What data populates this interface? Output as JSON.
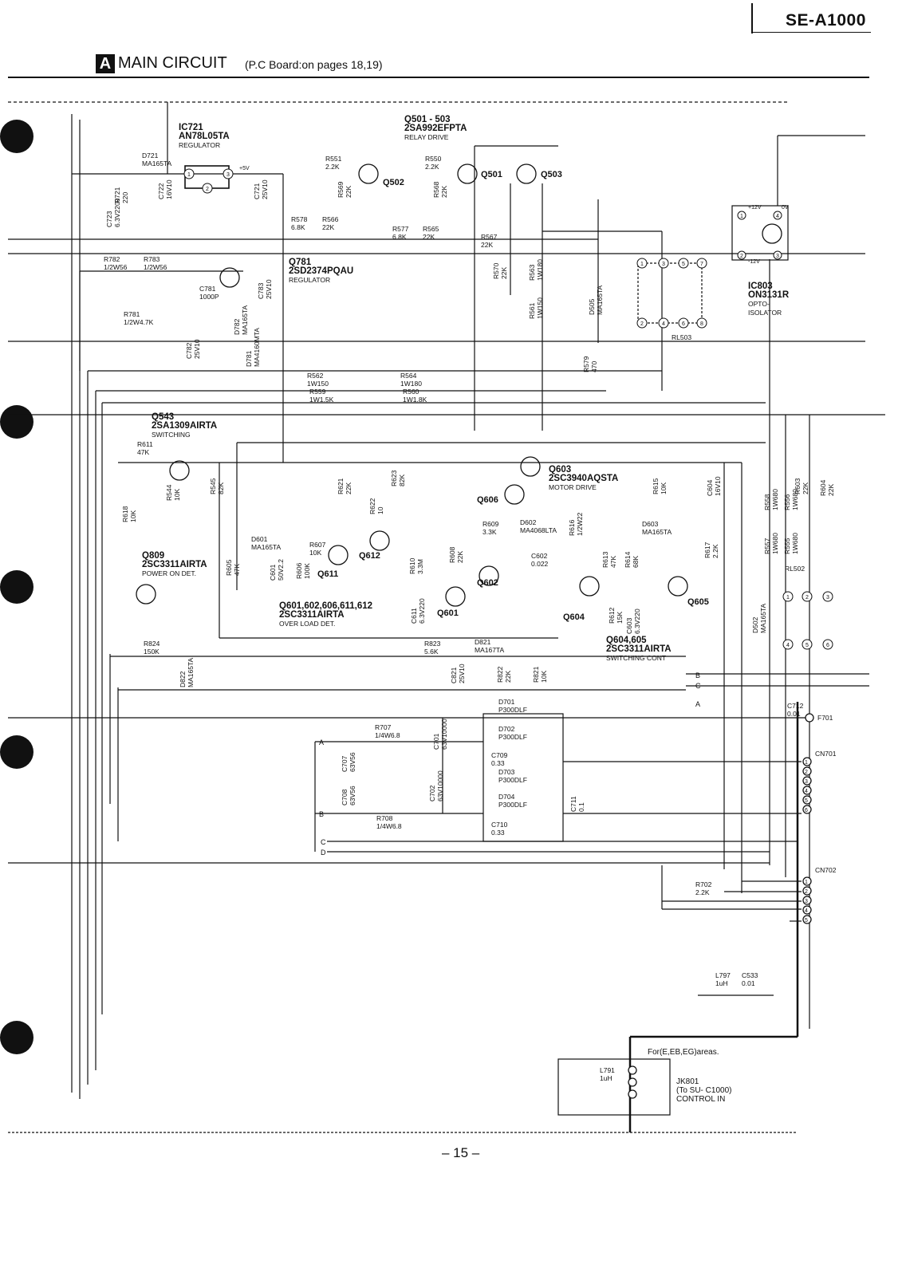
{
  "header": {
    "model": "SE-A1000"
  },
  "section": {
    "badge": "A",
    "title": "MAIN CIRCUIT",
    "subtitle": "(P.C Board:on pages 18,19)"
  },
  "page_number": "– 15 –",
  "components": {
    "ic721": [
      "IC721",
      "AN78L05TA",
      "REGULATOR"
    ],
    "q501": [
      "Q501 - 503",
      "2SA992EFPTA",
      "RELAY DRIVE"
    ],
    "q781": [
      "Q781",
      "2SD2374PQAU",
      "REGULATOR"
    ],
    "ic803": [
      "IC803",
      "ON3131R",
      "OPTO-",
      "ISOLATOR"
    ],
    "q543": [
      "Q543",
      "2SA1309AIRTA",
      "SWITCHING"
    ],
    "q603": [
      "Q603",
      "2SC3940AQSTA",
      "MOTOR DRIVE"
    ],
    "q809": [
      "Q809",
      "2SC3311AIRTA",
      "POWER ON DET."
    ],
    "q601grp": [
      "Q601,602,606,611,612",
      "2SC3311AIRTA",
      "OVER LOAD DET."
    ],
    "q604grp": [
      "Q604,605",
      "2SC3311AIRTA",
      "SWITCHING CONT"
    ],
    "jk801": [
      "JK801",
      "(To SU- C1000)",
      "CONTROL IN"
    ]
  },
  "labels": {
    "d721": [
      "D721",
      "MA165TA"
    ],
    "r721": [
      "R721",
      "220"
    ],
    "c723": [
      "C723",
      "6.3V2200"
    ],
    "c722": [
      "C722",
      "16V10"
    ],
    "c721": [
      "C721",
      "25V10"
    ],
    "r551": [
      "R551",
      "2.2K"
    ],
    "r569": [
      "R569",
      "22K"
    ],
    "q502": "Q502",
    "r550": [
      "R550",
      "2.2K"
    ],
    "r568": [
      "R568",
      "22K"
    ],
    "q501": "Q501",
    "q503": "Q503",
    "r578": [
      "R578",
      "6.8K"
    ],
    "r566": [
      "R566",
      "22K"
    ],
    "r577": [
      "R577",
      "6.8K"
    ],
    "r565": [
      "R565",
      "22K"
    ],
    "r567": [
      "R567",
      "22K"
    ],
    "r570": [
      "R570",
      "22K"
    ],
    "r563": [
      "R563",
      "1W180"
    ],
    "r561": [
      "R561",
      "1W150"
    ],
    "d505": [
      "D505",
      "MA165TA"
    ],
    "rl503": "RL503",
    "r579": [
      "R579",
      "470"
    ],
    "r782": [
      "R782",
      "1/2W56"
    ],
    "r783": [
      "R783",
      "1/2W56"
    ],
    "c781": [
      "C781",
      "1000P"
    ],
    "c783": [
      "C783",
      "25V10"
    ],
    "r781": [
      "R781",
      "1/2W4.7K"
    ],
    "d782": [
      "D782",
      "MA165TA"
    ],
    "c782": [
      "C782",
      "25V10"
    ],
    "d781": [
      "D781",
      "MA4160MTA"
    ],
    "r562": [
      "R562",
      "1W150"
    ],
    "r564": [
      "R564",
      "1W180"
    ],
    "r559": [
      "R559",
      "1W1.5K"
    ],
    "r560": [
      "R560",
      "1W1.8K"
    ],
    "r611": [
      "R611",
      "47K"
    ],
    "r544": [
      "R544",
      "10K"
    ],
    "r545": [
      "R545",
      "82K"
    ],
    "r618": [
      "R618",
      "10K"
    ],
    "r621": [
      "R621",
      "22K"
    ],
    "r623": [
      "R623",
      "82K"
    ],
    "r622": [
      "R622",
      "10"
    ],
    "q612": "Q612",
    "q606": "Q606",
    "d602": [
      "D602",
      "MA4068LTA"
    ],
    "r609": [
      "R609",
      "3.3K"
    ],
    "r616": [
      "R616",
      "1/2W22"
    ],
    "r615": [
      "R615",
      "10K"
    ],
    "c604": [
      "C604",
      "16V10"
    ],
    "d601": [
      "D601",
      "MA165TA"
    ],
    "r607": [
      "R607",
      "10K"
    ],
    "q611": "Q611",
    "r605": [
      "R605",
      "47K"
    ],
    "c601": [
      "C601",
      "50V2.2"
    ],
    "r606": [
      "R606",
      "100K"
    ],
    "r610": [
      "R610",
      "3.3M"
    ],
    "r608": [
      "R608",
      "22K"
    ],
    "q602": "Q602",
    "c602": [
      "C602",
      "0.022"
    ],
    "d603": [
      "D603",
      "MA165TA"
    ],
    "r613": [
      "R613",
      "47K"
    ],
    "r614": [
      "R614",
      "68K"
    ],
    "r617": [
      "R617",
      "2.2K"
    ],
    "c611": [
      "C611",
      "6.3V220"
    ],
    "q601": "Q601",
    "q604": "Q604",
    "r612": [
      "R612",
      "15K"
    ],
    "c603": [
      "C603",
      "6.3V220"
    ],
    "q605": "Q605",
    "r558": [
      "R558",
      "1W680"
    ],
    "r556": [
      "R556",
      "1W680"
    ],
    "r603": [
      "R603",
      "22K"
    ],
    "r604": [
      "R604",
      "22K"
    ],
    "r557": [
      "R557",
      "1W680"
    ],
    "r555": [
      "R555",
      "1W680"
    ],
    "rl502": "RL502",
    "d502": [
      "D502",
      "MA165TA"
    ],
    "r824": [
      "R824",
      "150K"
    ],
    "d822": [
      "D822",
      "MA165TA"
    ],
    "r823": [
      "R823",
      "5.6K"
    ],
    "d821": [
      "D821",
      "MA167TA"
    ],
    "c821": [
      "C821",
      "25V10"
    ],
    "r822": [
      "R822",
      "22K"
    ],
    "r821": [
      "R821",
      "10K"
    ],
    "d701": [
      "D701",
      "P300DLF"
    ],
    "d702": [
      "D702",
      "P300DLF"
    ],
    "c709": [
      "C709",
      "0.33"
    ],
    "d703": [
      "D703",
      "P300DLF"
    ],
    "d704": [
      "D704",
      "P300DLF"
    ],
    "c710": [
      "C710",
      "0.33"
    ],
    "c711": [
      "C711",
      "0.1"
    ],
    "r707": [
      "R707",
      "1/4W6.8"
    ],
    "r708": [
      "R708",
      "1/4W6.8"
    ],
    "c707": [
      "C707",
      "63V56"
    ],
    "c708": [
      "C708",
      "63V56"
    ],
    "c701": [
      "C701",
      "63V10000"
    ],
    "c702": [
      "C702",
      "63V10000"
    ],
    "c712": [
      "C712",
      "0.01"
    ],
    "f701": "F701",
    "cn701": "CN701",
    "cn702": "CN702",
    "r702": [
      "R702",
      "2.2K"
    ],
    "l797": [
      "L797",
      "1uH"
    ],
    "c533": [
      "C533",
      "0.01"
    ],
    "l791": [
      "L791",
      "1uH"
    ],
    "note_areas": "For(E,EB,EG)areas.",
    "node_a": "A",
    "node_b": "B",
    "node_c": "C",
    "node_d": "D",
    "v_plus5": "+5V",
    "v_plus12": "+12V",
    "v_minus12": "-12V",
    "v_0": "0V"
  },
  "connector_pins": {
    "cn701": [
      "1",
      "2",
      "3",
      "4",
      "5",
      "6"
    ],
    "cn702": [
      "1",
      "2",
      "3",
      "4",
      "5"
    ],
    "ic803": [
      "1",
      "2",
      "3",
      "4"
    ],
    "rl503": [
      "1",
      "2",
      "3",
      "4",
      "5",
      "6",
      "7",
      "8"
    ],
    "rl502": [
      "1",
      "2",
      "3",
      "4",
      "5",
      "6"
    ],
    "ic721": [
      "1",
      "2",
      "3"
    ]
  }
}
